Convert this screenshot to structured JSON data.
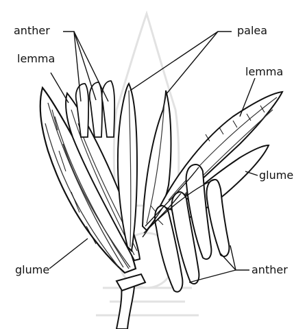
{
  "labels": {
    "anther_top": "anther",
    "lemma_left": "lemma",
    "palea": "palea",
    "lemma_right": "lemma",
    "glume_right": "glume",
    "glume_left": "glume",
    "anther_bottom": "anther"
  },
  "colors": {
    "ink": "#111111",
    "hatch": "#333333",
    "watermark": "#e2e2e2",
    "background": "#ffffff"
  }
}
